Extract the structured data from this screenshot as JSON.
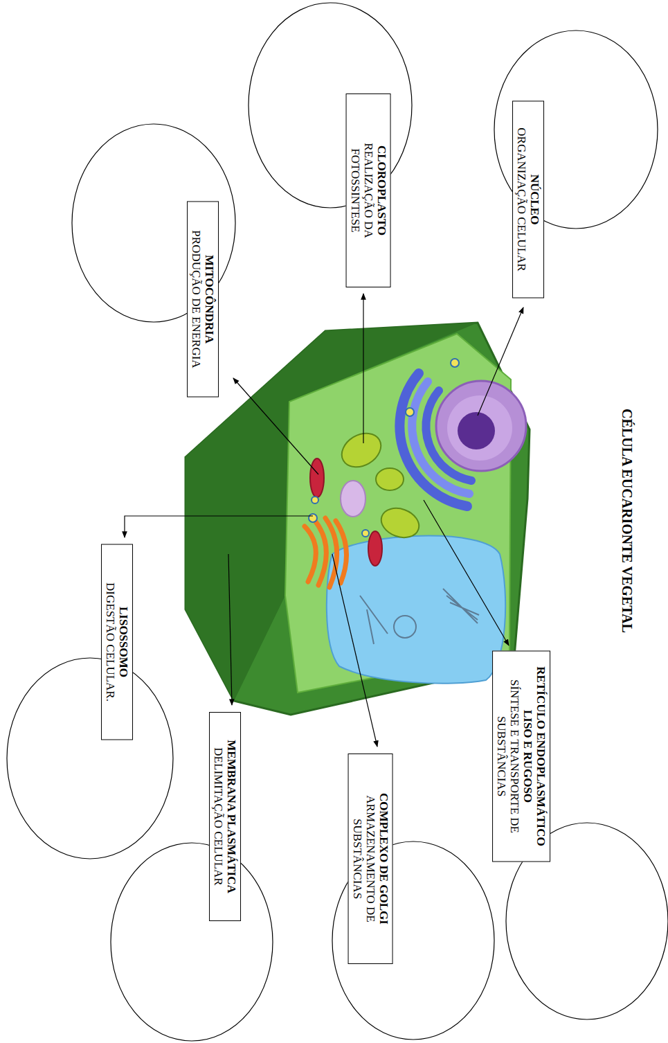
{
  "diagram": {
    "title": "CÉLULA EUCARIONTE VEGETAL",
    "nodes": [
      {
        "text": [
          "NÚCLEO",
          "ORGANIZAÇÃO CELULAR"
        ]
      },
      {
        "text": [
          "CLOROPLASTO",
          "REALIZAÇÃO DA FOTOSSINTESE"
        ]
      },
      {
        "text": [
          "MITOCÔNDRIA",
          "PRODUÇÃO DE ENERGIA"
        ]
      },
      {
        "text": [
          "RETÍCULO ENDOPLASMÁTICO LISO E RUGOSO",
          "SÍNTESE E TRANSPORTE DE SUBSTÂNCIAS"
        ]
      },
      {
        "text": [
          "COMPLEXO DE GOLGI",
          "ARMAZENAMENTO DE SUBSTÂNCIAS"
        ]
      },
      {
        "text": [
          "LISOSSOMO",
          "DIGESTÃO CELULAR."
        ]
      },
      {
        "text": [
          "MEMBRANA PLASMÁTICA",
          "DELIMITAÇÃO CELULAR"
        ]
      }
    ]
  }
}
